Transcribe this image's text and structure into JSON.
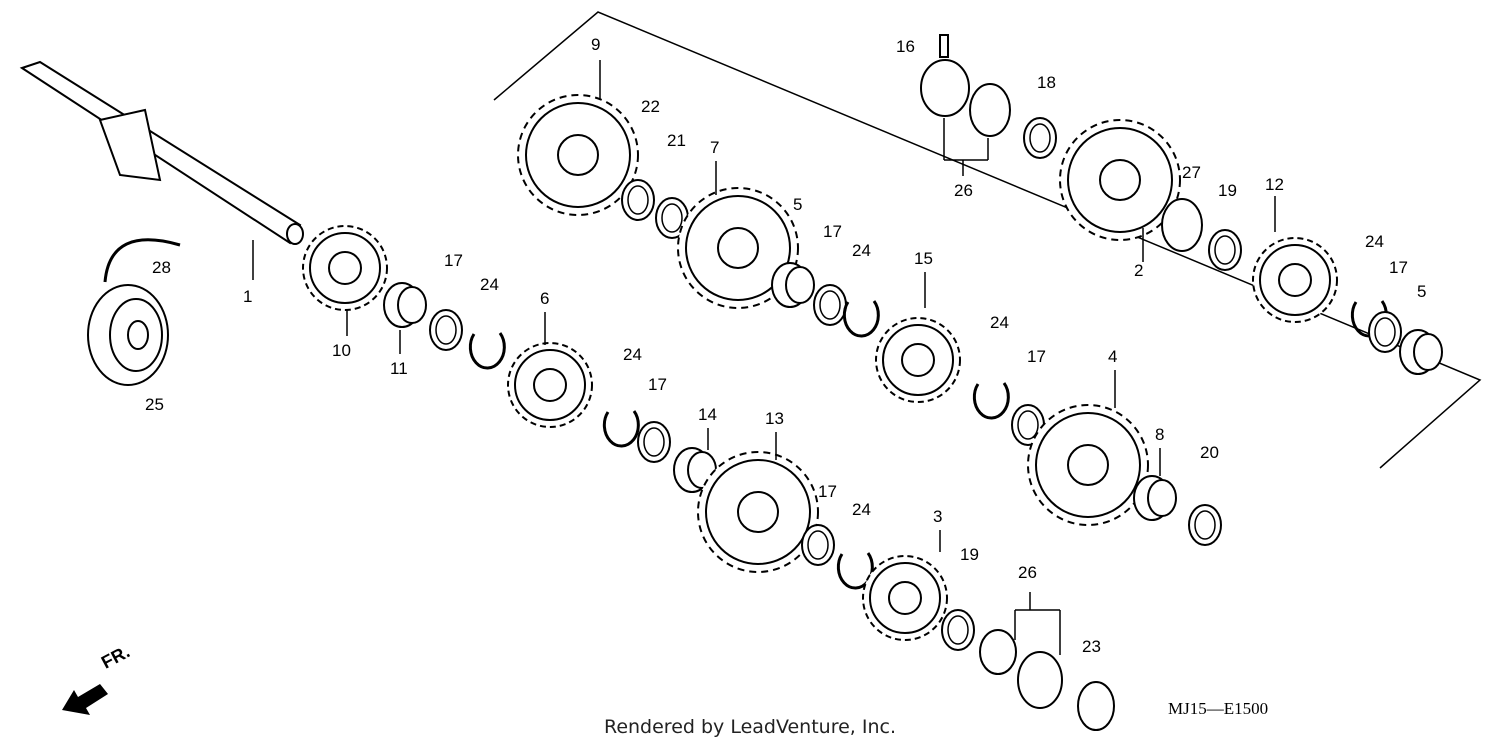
{
  "diagram": {
    "callouts": [
      "1",
      "2",
      "3",
      "4",
      "5",
      "5",
      "6",
      "7",
      "8",
      "9",
      "10",
      "11",
      "12",
      "13",
      "14",
      "15",
      "16",
      "17",
      "17",
      "17",
      "17",
      "17",
      "17",
      "18",
      "19",
      "19",
      "20",
      "21",
      "22",
      "23",
      "24",
      "24",
      "24",
      "24",
      "24",
      "24",
      "25",
      "26",
      "26",
      "27",
      "28"
    ],
    "direction_label": "FR.",
    "diagram_code": "MJ15—E1500",
    "footer": "Rendered by LeadVenture, Inc."
  }
}
